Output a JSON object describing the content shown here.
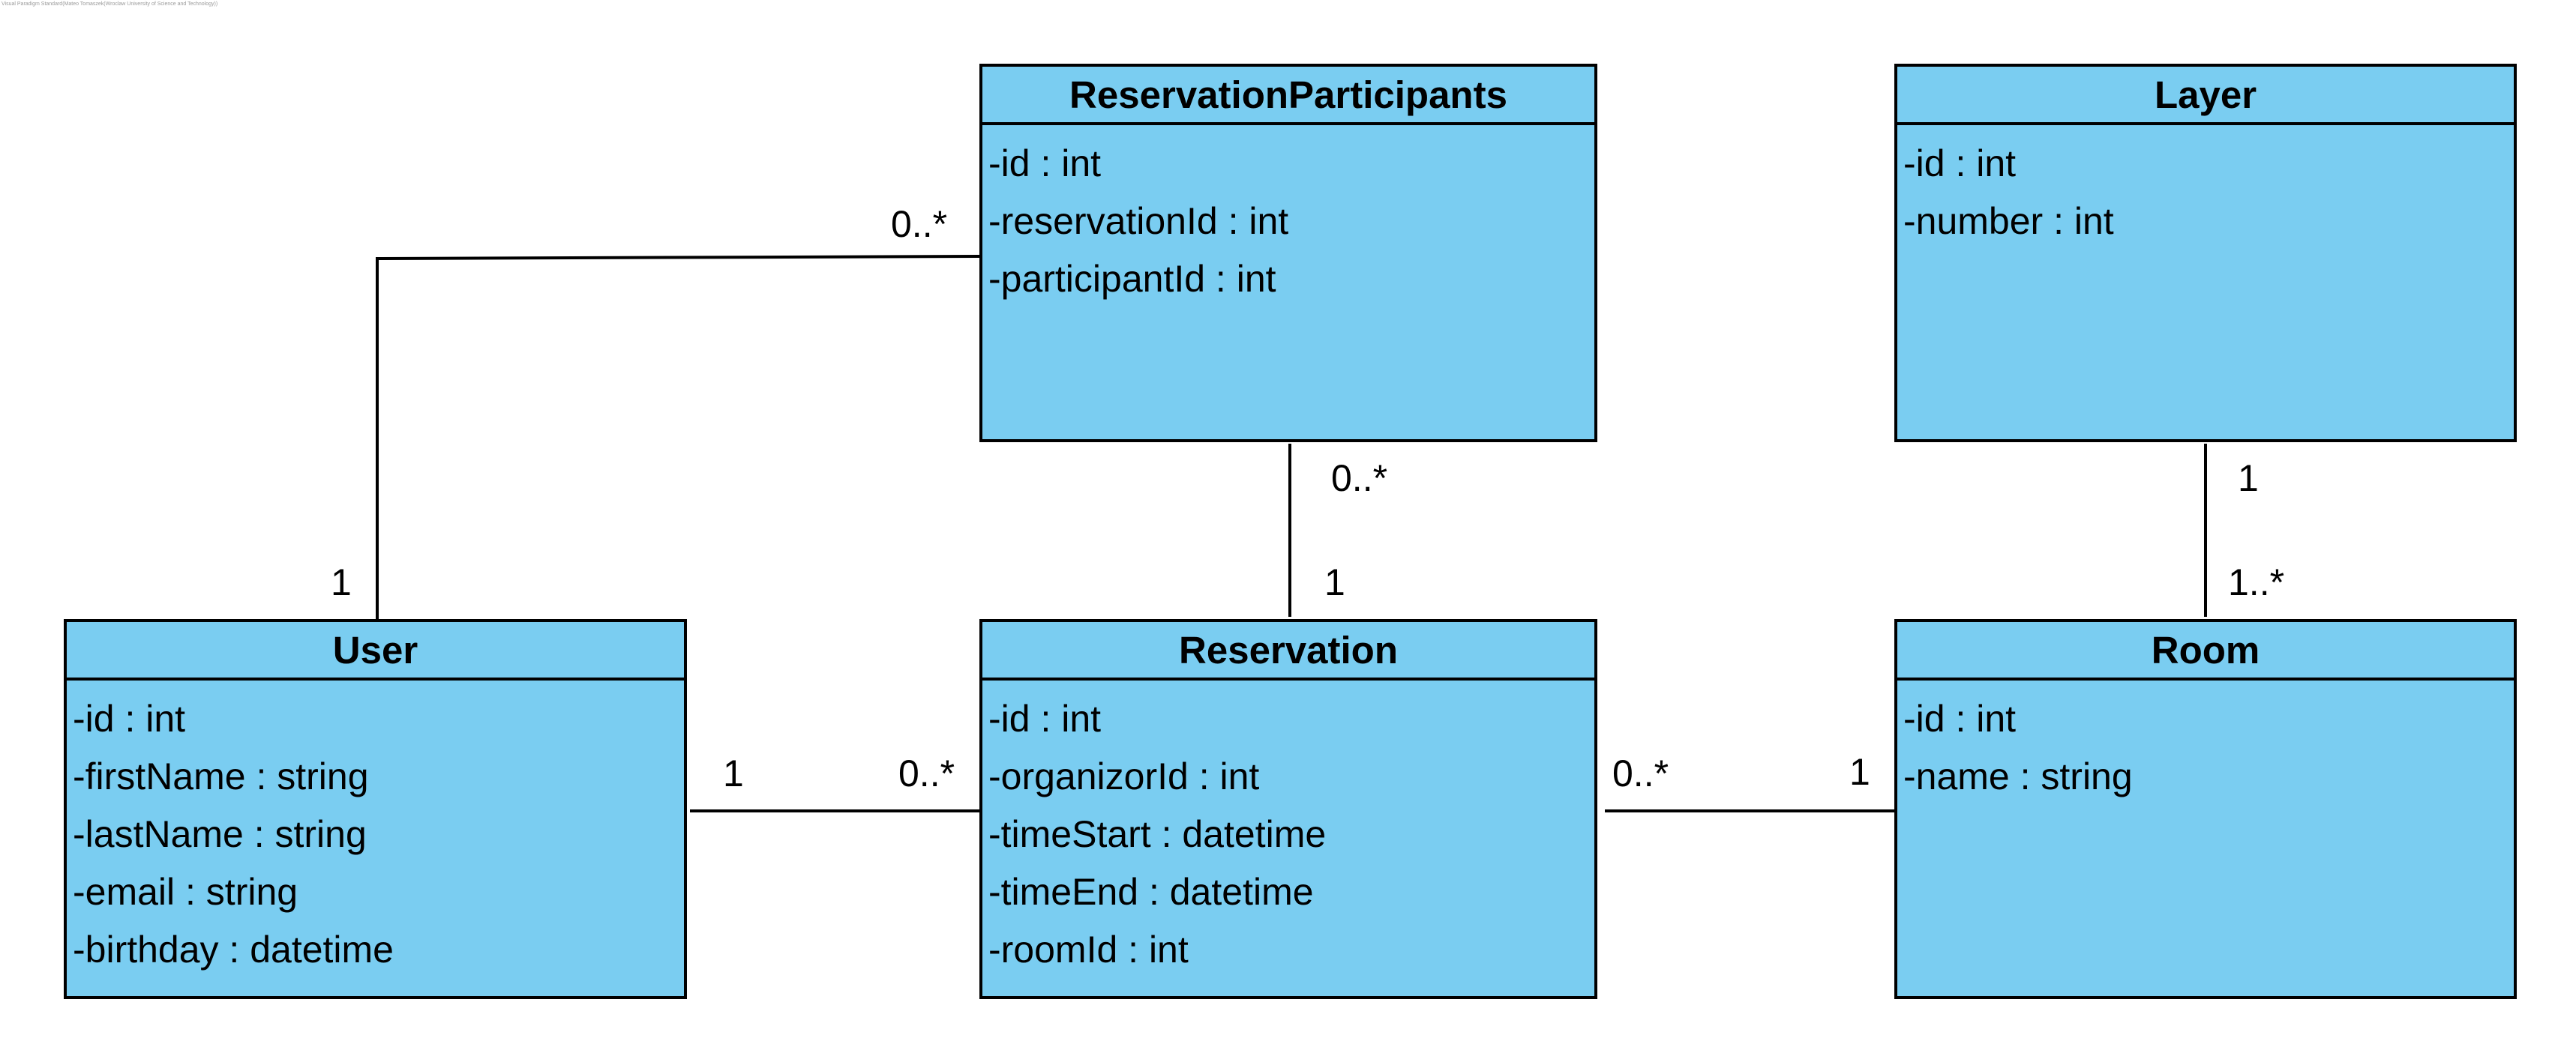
{
  "watermark": "Visual Paradigm Standard(Mateo Tomaszek(Wroclaw University of Science and Technology))",
  "colors": {
    "box_fill": "#7ACDF1",
    "line": "#000000"
  },
  "classes": {
    "reservation_participants": {
      "name": "ReservationParticipants",
      "attributes": [
        "-id : int",
        "-reservationId : int",
        "-participantId : int"
      ]
    },
    "layer": {
      "name": "Layer",
      "attributes": [
        "-id : int",
        "-number : int"
      ]
    },
    "user": {
      "name": "User",
      "attributes": [
        "-id : int",
        "-firstName : string",
        "-lastName : string",
        "-email : string",
        "-birthday : datetime"
      ]
    },
    "reservation": {
      "name": "Reservation",
      "attributes": [
        "-id : int",
        "-organizorId : int",
        "-timeStart : datetime",
        "-timeEnd : datetime",
        "-roomId : int"
      ]
    },
    "room": {
      "name": "Room",
      "attributes": [
        "-id : int",
        "-name : string"
      ]
    }
  },
  "associations": [
    {
      "from": "User",
      "to": "ReservationParticipants",
      "from_mult": "1",
      "to_mult": "0..*"
    },
    {
      "from": "Reservation",
      "to": "ReservationParticipants",
      "from_mult": "1",
      "to_mult": "0..*"
    },
    {
      "from": "Room",
      "to": "Layer",
      "from_mult": "1..*",
      "to_mult": "1"
    },
    {
      "from": "User",
      "to": "Reservation",
      "from_mult": "1",
      "to_mult": "0..*"
    },
    {
      "from": "Reservation",
      "to": "Room",
      "from_mult": "0..*",
      "to_mult": "1"
    }
  ]
}
